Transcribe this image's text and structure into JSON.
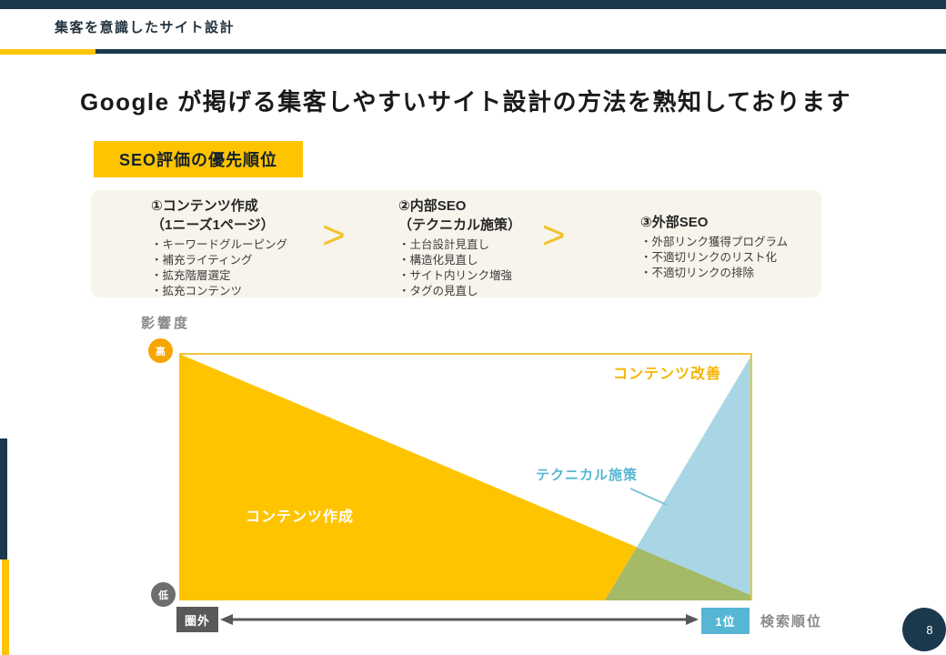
{
  "slide": {
    "header_title": "集客を意識したサイト設計",
    "heading": "Google が掲げる集客しやすいサイト設計の方法を熟知しております",
    "page_number": "8"
  },
  "badge": {
    "label": "SEO評価の優先順位"
  },
  "priority_panel": {
    "separator": ">",
    "columns": [
      {
        "title": "①コンテンツ作成",
        "subtitle": "（1ニーズ1ページ）",
        "items": [
          "・キーワードグルーピング",
          "・補充ライティング",
          "・拡充階層選定",
          "・拡充コンテンツ"
        ]
      },
      {
        "title": "②内部SEO",
        "subtitle": "（テクニカル施策）",
        "items": [
          "・土台設計見直し",
          "・構造化見直し",
          "・サイト内リンク増強",
          "・タグの見直し"
        ]
      },
      {
        "title": "③外部SEO",
        "items": [
          "・外部リンク獲得プログラム",
          "・不適切リンクのリスト化",
          "・不適切リンクの排除"
        ]
      }
    ]
  },
  "chart": {
    "y_axis_label": "影響度",
    "y_high_label": "高",
    "y_low_label": "低",
    "x_axis_label": "検索順位",
    "x_left_label": "圏外",
    "x_right_label": "1位",
    "area_labels": {
      "content_creation": "コンテンツ作成",
      "technical": "テクニカル施策",
      "content_improvement": "コンテンツ改善"
    }
  },
  "colors": {
    "navy": "#1B394C",
    "gold": "#FFC400",
    "beige": "#F7F4EB",
    "chart_yellow": "#FFC400",
    "chart_blue": "#A9D6E4",
    "chart_green": "#A4BA66",
    "plot_border": "#EDC63F",
    "accent_blue": "#56B6D3",
    "callout_blue": "#7EC3DA",
    "orange": "#F7A600",
    "arrow_gray": "#595959",
    "gray_text": "#8A8A8A"
  }
}
